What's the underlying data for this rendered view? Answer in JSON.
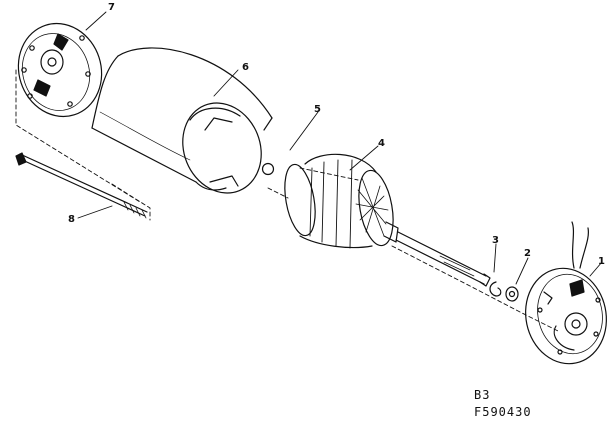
{
  "diagram": {
    "callouts": [
      {
        "label": "1",
        "part": "end-bell-commutator"
      },
      {
        "label": "2",
        "part": "washer"
      },
      {
        "label": "3",
        "part": "retaining-ring"
      },
      {
        "label": "4",
        "part": "armature"
      },
      {
        "label": "5",
        "part": "ball"
      },
      {
        "label": "6",
        "part": "field-housing"
      },
      {
        "label": "7",
        "part": "end-bell-drive"
      },
      {
        "label": "8",
        "part": "through-bolt"
      }
    ],
    "page_code": "B3",
    "figure_code": "F590430"
  }
}
